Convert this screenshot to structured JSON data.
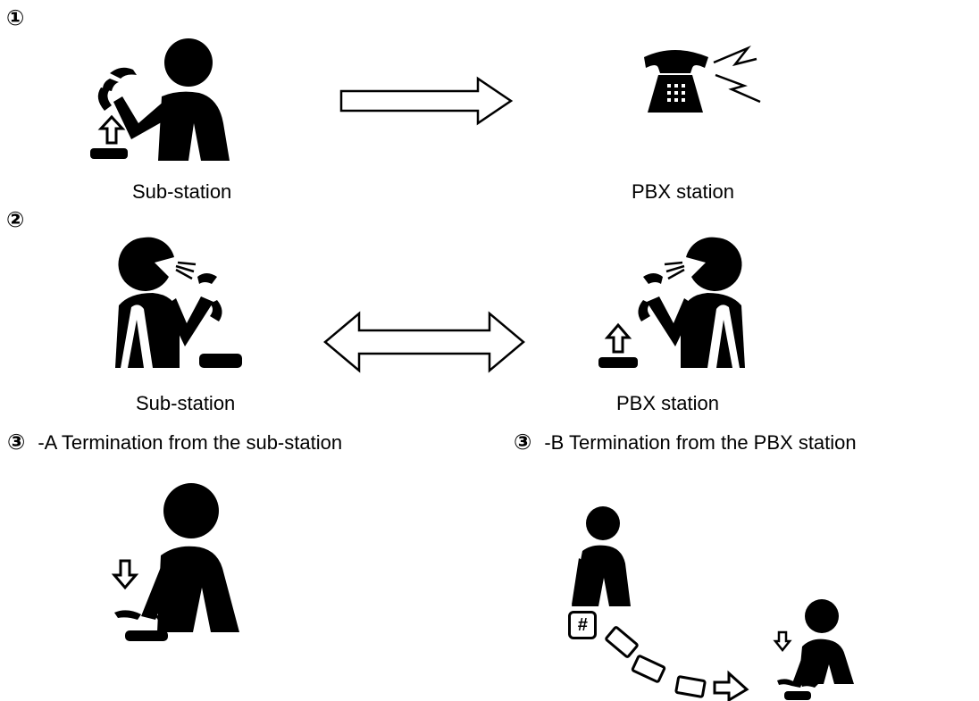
{
  "steps": [
    {
      "number": "①",
      "left_label": "Sub-station",
      "right_label": "PBX station"
    },
    {
      "number": "②",
      "left_label": "Sub-station",
      "right_label": "PBX station"
    }
  ],
  "termination": [
    {
      "number": "③",
      "text": "-A Termination from the sub-station"
    },
    {
      "number": "③",
      "text": "-B Termination from the PBX station"
    }
  ],
  "keypad_symbol": "#",
  "icons": [
    "person-lifting-handset-icon",
    "ringing-telephone-icon",
    "person-talking-icon",
    "person-hanging-up-icon",
    "person-pressing-hash-icon"
  ],
  "colors": {
    "ink": "#000000",
    "background": "#ffffff"
  }
}
